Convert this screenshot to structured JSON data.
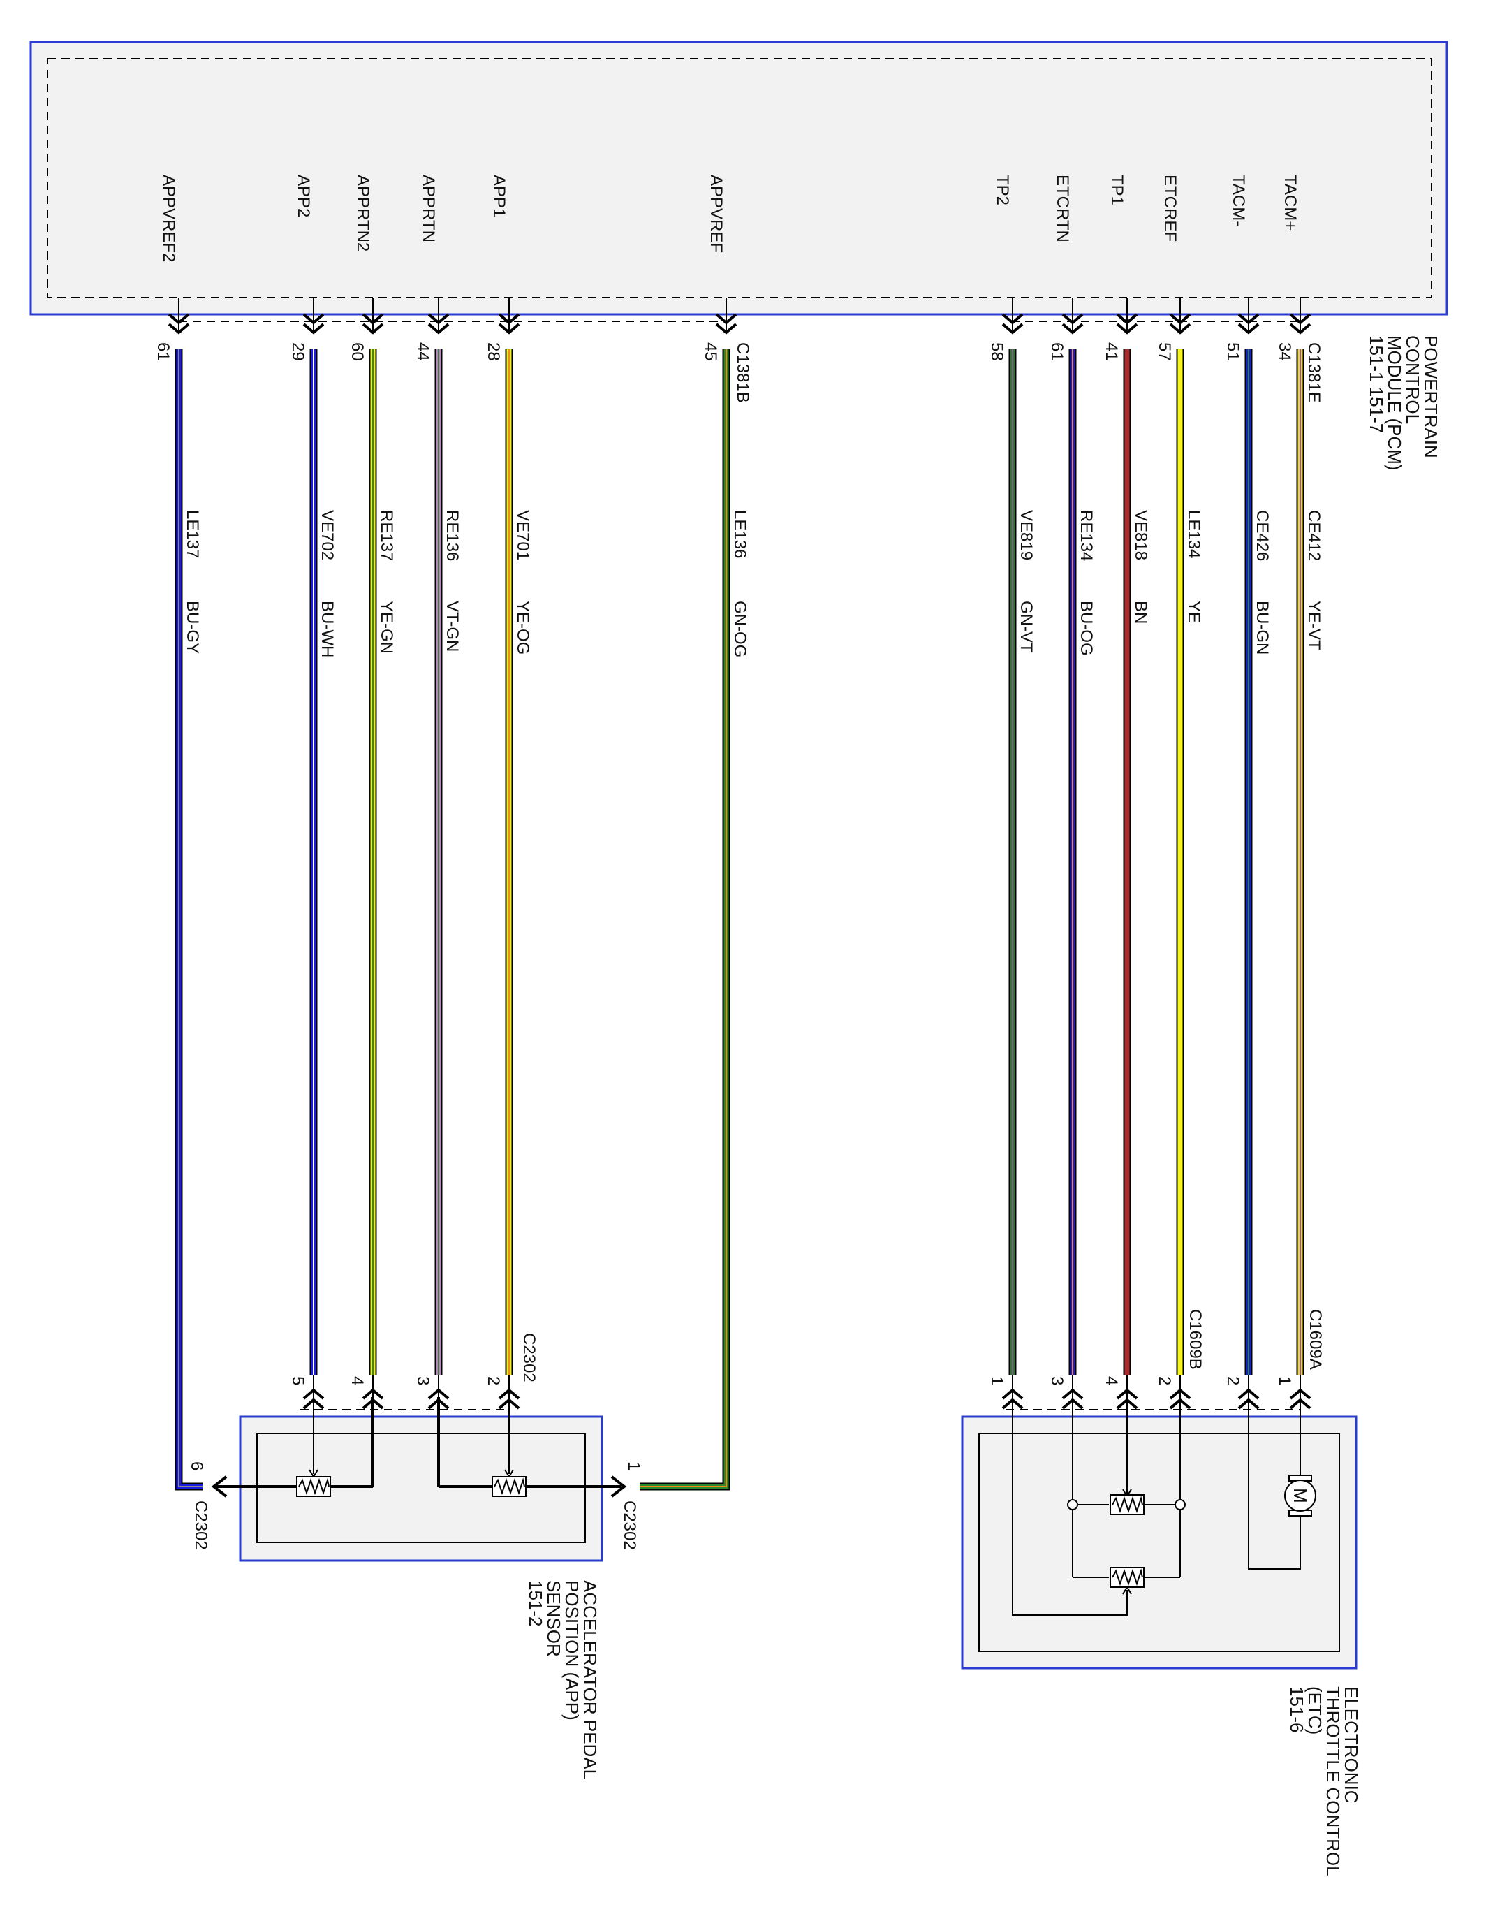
{
  "pcm": {
    "title": [
      "POWERTRAIN",
      "CONTROL",
      "MODULE (PCM)",
      "151-1  151-7"
    ],
    "connector_b": "C1381B",
    "connector_e": "C1381E"
  },
  "app_sensor": {
    "title": [
      "ACCELERATOR PEDAL",
      "POSITION (APP)",
      "SENSOR",
      "151-2"
    ],
    "connector": "C2302"
  },
  "etc": {
    "title": [
      "ELECTRONIC",
      "THROTTLE CONTROL",
      "(ETC)",
      "151-6"
    ],
    "connector_a": "C1609A",
    "connector_b": "C1609B",
    "motor_label": "M"
  },
  "wires": [
    {
      "signal": "APPVREF2",
      "pcm_pin": "61",
      "circuit": "LE137",
      "color_code": "BU-GY",
      "device_pin": "6",
      "stroke": "#1a1ae6",
      "stripe": "#8a8a8a"
    },
    {
      "signal": "APP2",
      "pcm_pin": "29",
      "circuit": "VE702",
      "color_code": "BU-WH",
      "device_pin": "5",
      "stroke": "#1a1ae6",
      "stripe": "#ffffff"
    },
    {
      "signal": "APPRTN2",
      "pcm_pin": "60",
      "circuit": "RE137",
      "color_code": "YE-GN",
      "device_pin": "4",
      "stroke": "#f2f21a",
      "stripe": "#2a8a2a"
    },
    {
      "signal": "APPRTN",
      "pcm_pin": "44",
      "circuit": "RE136",
      "color_code": "VT-GN",
      "device_pin": "3",
      "stroke": "#c47ccc",
      "stripe": "#2a8a2a"
    },
    {
      "signal": "APP1",
      "pcm_pin": "28",
      "circuit": "VE701",
      "color_code": "YE-OG",
      "device_pin": "2",
      "stroke": "#f2f21a",
      "stripe": "#f08a1a"
    },
    {
      "signal": "APPVREF",
      "pcm_pin": "45",
      "circuit": "LE136",
      "color_code": "GN-OG",
      "device_pin": "1",
      "stroke": "#2a8a2a",
      "stripe": "#f08a1a"
    },
    {
      "signal": "TP2",
      "pcm_pin": "58",
      "circuit": "VE819",
      "color_code": "GN-VT",
      "device_pin": "1",
      "stroke": "#2a7a2a",
      "stripe": "#8a5a9a"
    },
    {
      "signal": "ETCRTN",
      "pcm_pin": "61",
      "circuit": "RE134",
      "color_code": "BU-OG",
      "device_pin": "3",
      "stroke": "#1a1ae6",
      "stripe": "#f08a1a"
    },
    {
      "signal": "TP1",
      "pcm_pin": "41",
      "circuit": "VE818",
      "color_code": "BN",
      "device_pin": "4",
      "stroke": "#a82a2a",
      "stripe": ""
    },
    {
      "signal": "ETCREF",
      "pcm_pin": "57",
      "circuit": "LE134",
      "color_code": "YE",
      "device_pin": "2",
      "stroke": "#f5f51a",
      "stripe": ""
    },
    {
      "signal": "TACM-",
      "pcm_pin": "51",
      "circuit": "CE426",
      "color_code": "BU-GN",
      "device_pin": "2",
      "stroke": "#1a1ae6",
      "stripe": "#2a8a2a"
    },
    {
      "signal": "TACM+",
      "pcm_pin": "34",
      "circuit": "CE412",
      "color_code": "YE-VT",
      "device_pin": "1",
      "stroke": "#f0d23a",
      "stripe": "#8a5a9a"
    }
  ]
}
